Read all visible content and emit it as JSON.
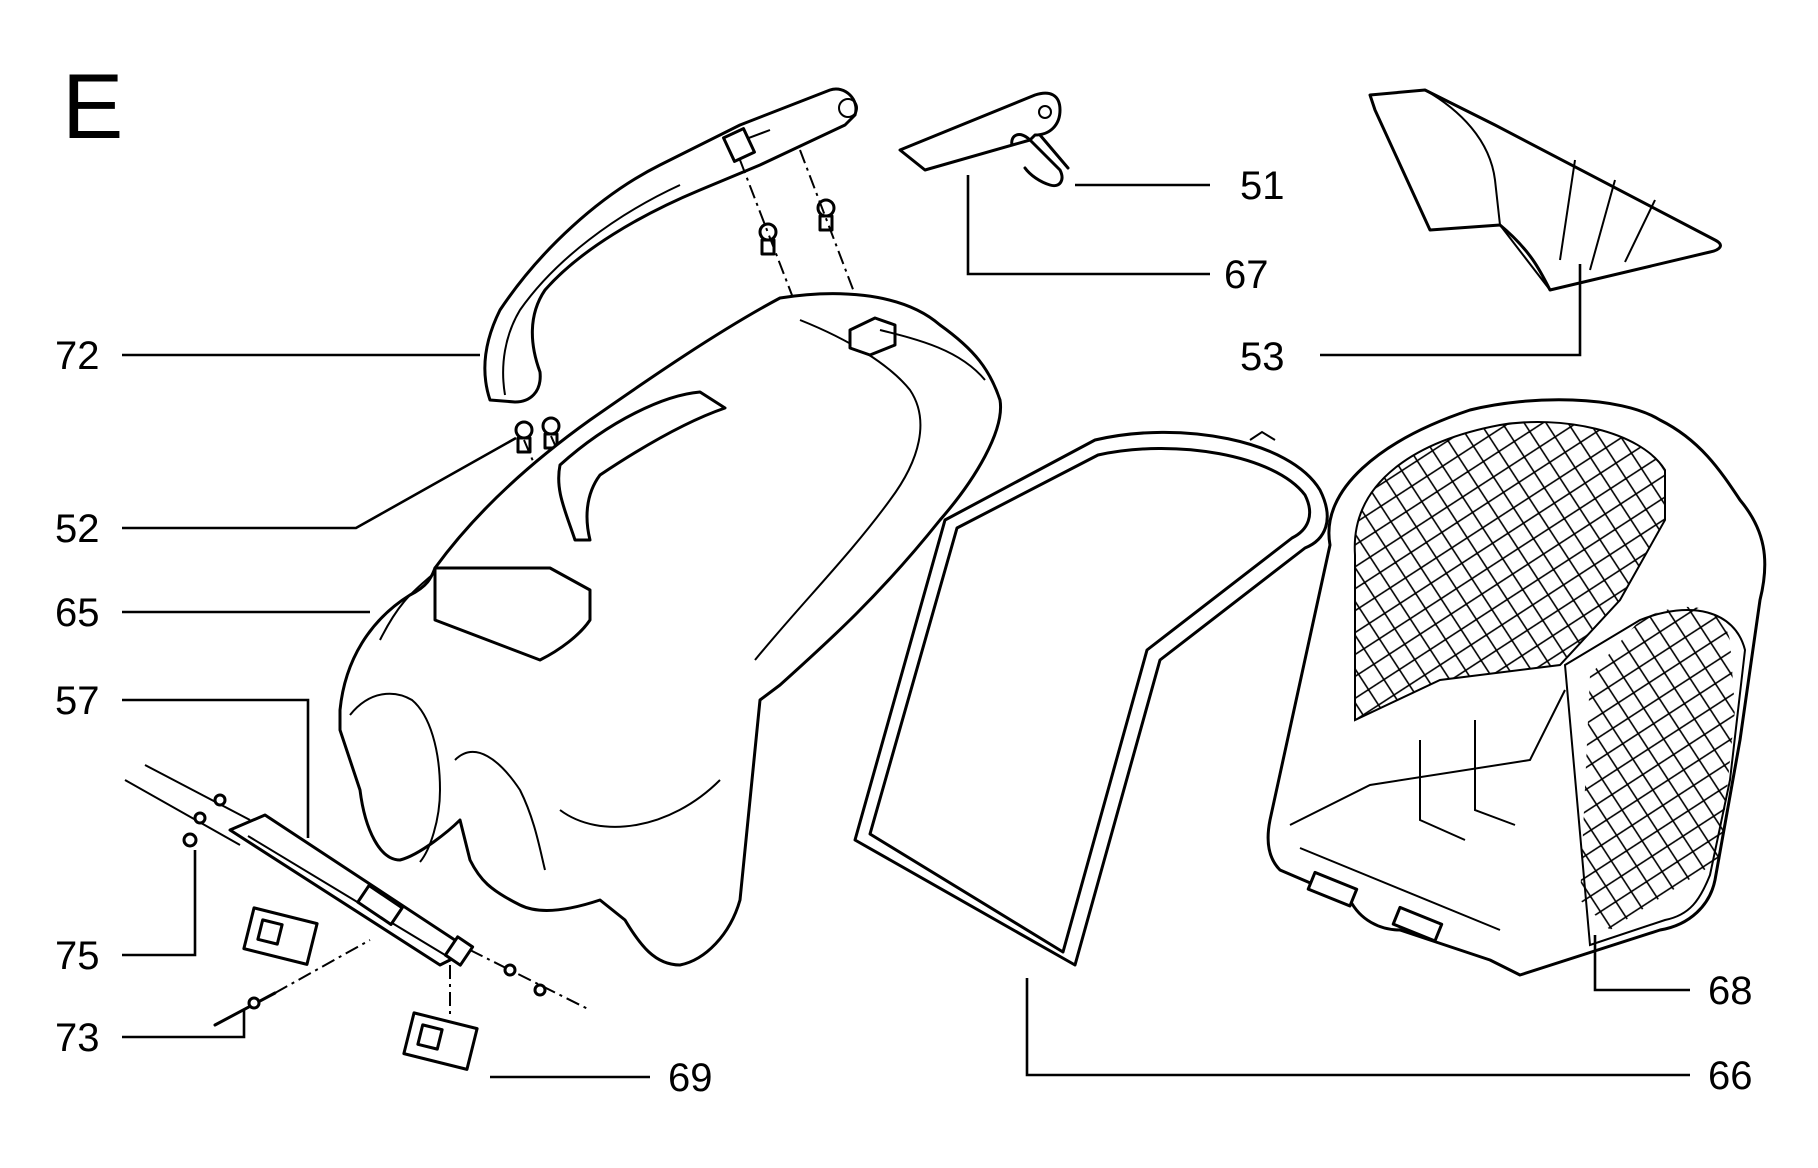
{
  "section_letter": "E",
  "callouts": {
    "c51": "51",
    "c67": "67",
    "c53": "53",
    "c72": "72",
    "c52": "52",
    "c65": "65",
    "c57": "57",
    "c75": "75",
    "c73": "73",
    "c69": "69",
    "c66": "66",
    "c68": "68"
  }
}
